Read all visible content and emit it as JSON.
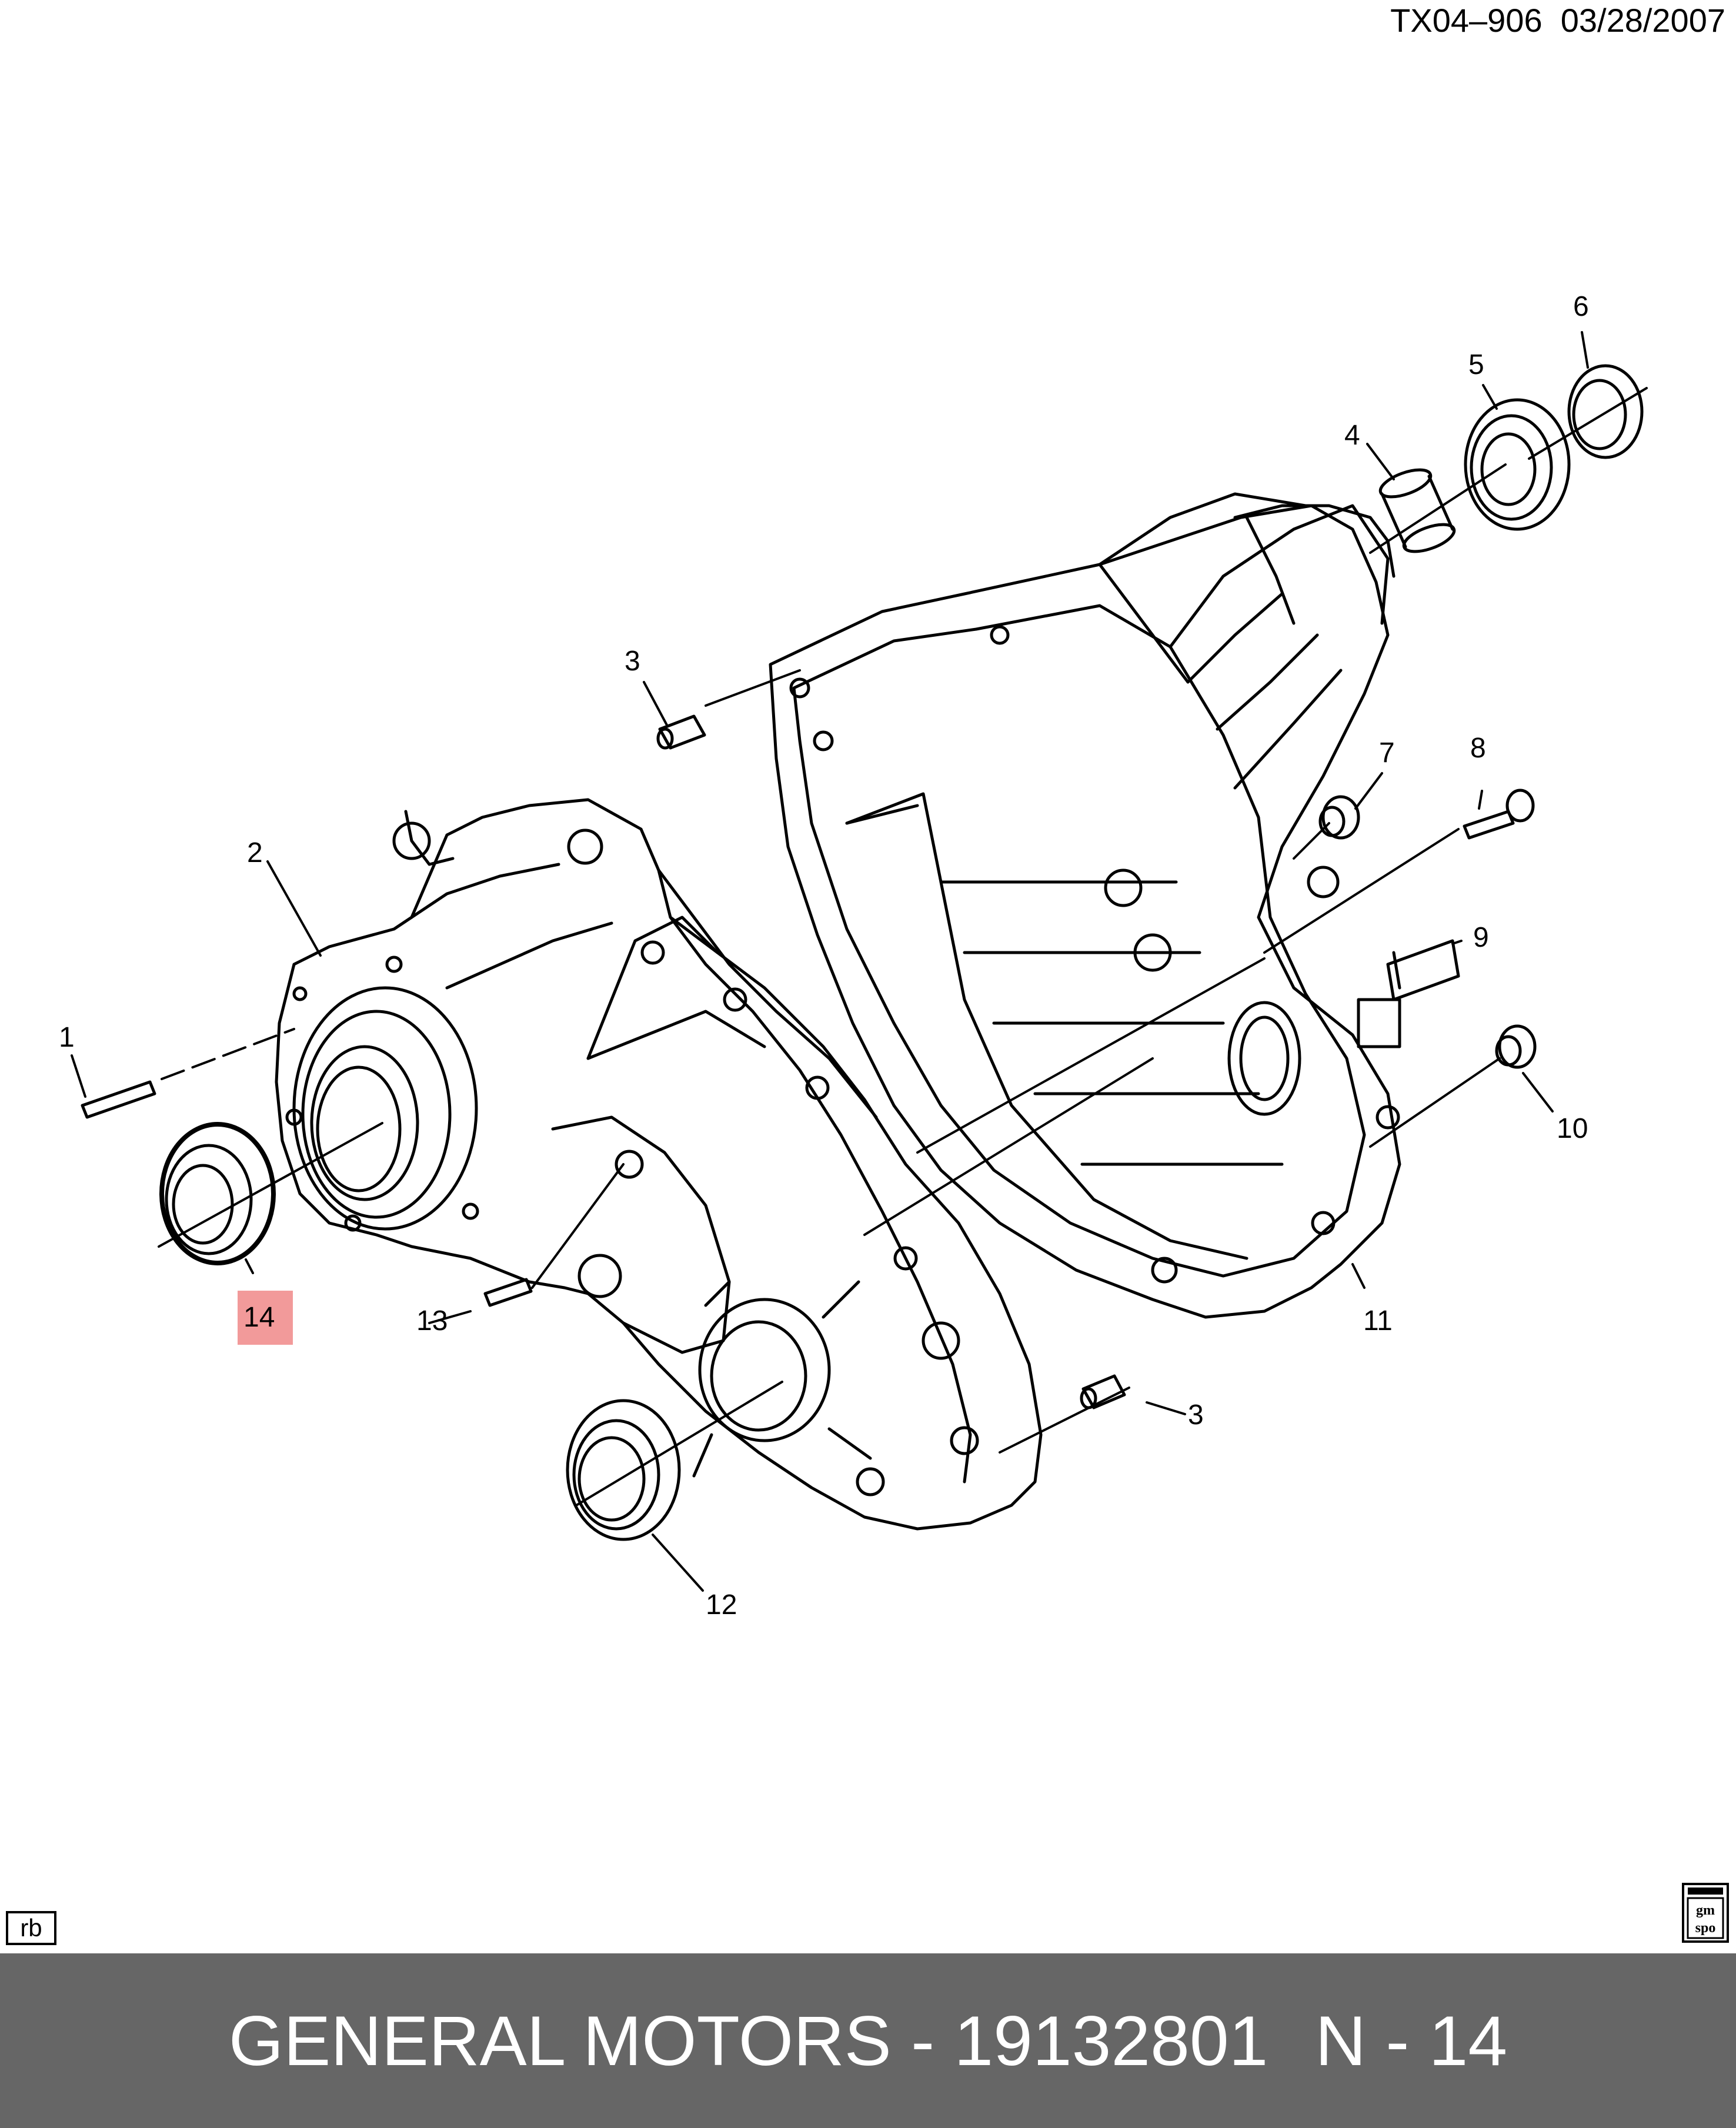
{
  "doc": {
    "code": "TX04–906  03/28/2007"
  },
  "colors": {
    "highlight": "#f29a9a",
    "footer_bg": "#666666",
    "footer_text": "#ffffff"
  },
  "callouts": {
    "c1": "1",
    "c2": "2",
    "c3a": "3",
    "c3b": "3",
    "c4": "4",
    "c5": "5",
    "c6": "6",
    "c7": "7",
    "c8": "8",
    "c9": "9",
    "c10": "10",
    "c11": "11",
    "c12": "12",
    "c13": "13",
    "c14": "14"
  },
  "badge": {
    "rb": "rb"
  },
  "logo": {
    "line1": "gm",
    "line2": "spo"
  },
  "footer": {
    "part_text": "GENERAL MOTORS - 19132801",
    "ref_text": "N - 14"
  }
}
